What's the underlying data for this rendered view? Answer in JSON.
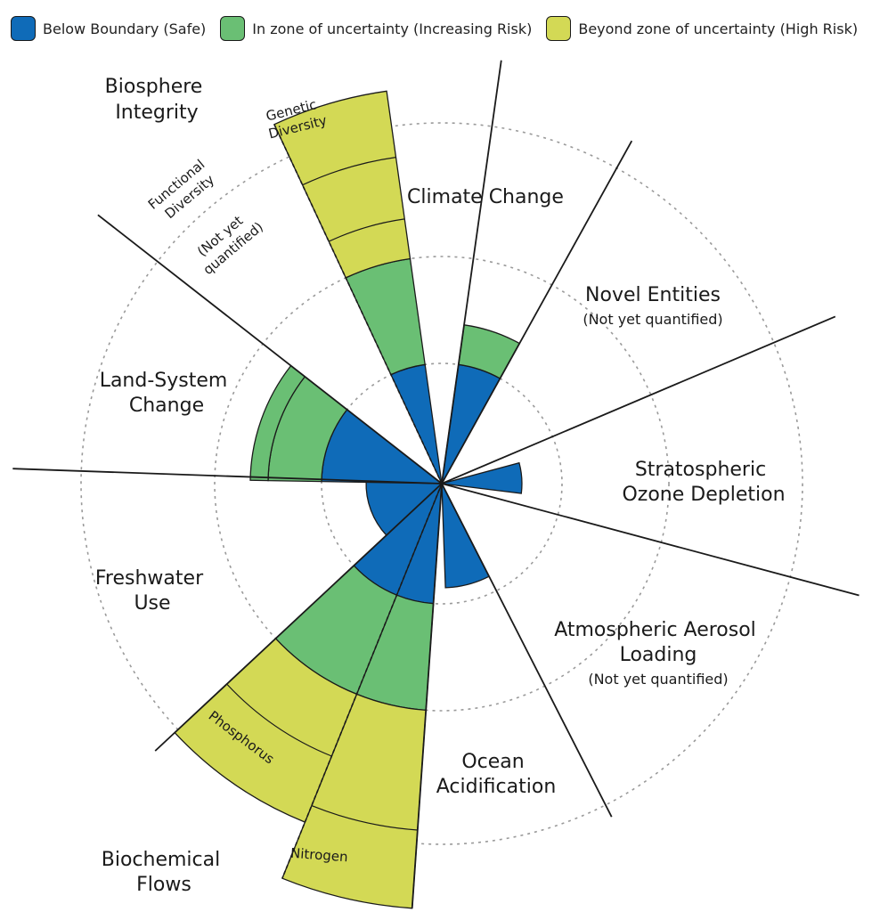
{
  "legend": [
    {
      "label": "Below Boundary (Safe)",
      "color": "#0f6bb8"
    },
    {
      "label": "In zone of uncertainty (Increasing Risk)",
      "color": "#6abf74"
    },
    {
      "label": "Beyond zone of uncertainty (High Risk)",
      "color": "#d3d955"
    }
  ],
  "labels": {
    "biosphere": [
      "Biosphere",
      "Integrity"
    ],
    "genetic": [
      "Genetic",
      "Diversity"
    ],
    "functional": [
      "Functional",
      "Diversity"
    ],
    "functional_note": [
      "(Not yet",
      "quantified)"
    ],
    "climate": "Climate Change",
    "novel": "Novel Entities",
    "novel_note": "(Not yet quantified)",
    "ozone": [
      "Stratospheric",
      "Ozone Depletion"
    ],
    "aerosol": [
      "Atmospheric Aerosol",
      "Loading"
    ],
    "aerosol_note": "(Not yet quantified)",
    "ocean": [
      "Ocean",
      "Acidification"
    ],
    "biochemical": [
      "Biochemical",
      "Flows"
    ],
    "nitrogen": "Nitrogen",
    "phosphorus": "Phosphorus",
    "freshwater": [
      "Freshwater",
      "Use"
    ],
    "land": [
      "Land-System",
      "Change"
    ]
  },
  "colors": {
    "safe": "#0f6bb8",
    "uncertainty": "#6abf74",
    "high_risk": "#d3d955",
    "outline": "#1a1a1a",
    "ring": "#9a9a9a"
  }
}
